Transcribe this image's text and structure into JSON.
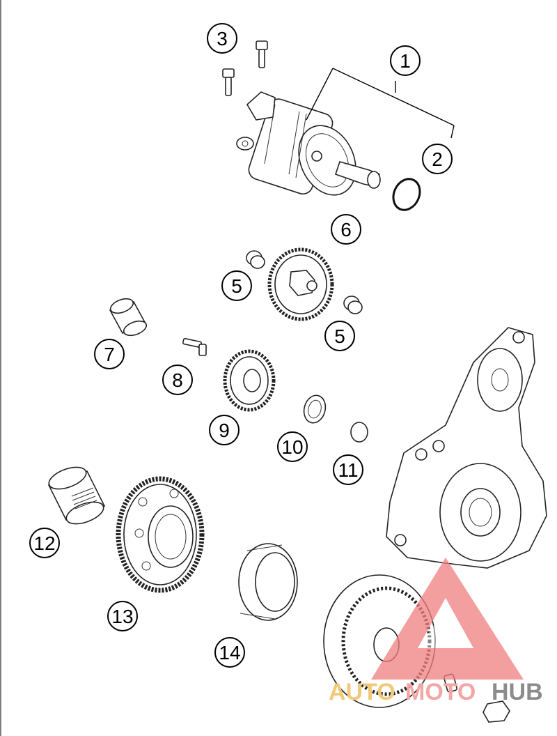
{
  "diagram": {
    "callouts": [
      "1",
      "2",
      "3",
      "5",
      "5",
      "6",
      "7",
      "8",
      "9",
      "10",
      "11",
      "12",
      "13",
      "14"
    ]
  },
  "watermark": {
    "word_auto": "AUTO",
    "word_moto": "MOTO",
    "word_hub": "HUB",
    "colors": {
      "triangle": "#f08080",
      "auto": "#f2c97a",
      "moto": "#f4a6a6",
      "hub": "#8c8c8c"
    }
  }
}
